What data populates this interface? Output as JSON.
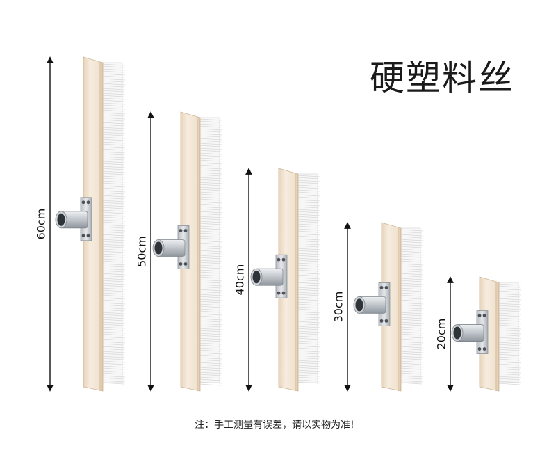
{
  "title": "硬塑料丝",
  "note": "注：手工测量有误差，请以实物为准!",
  "brushes": [
    {
      "label": "60cm"
    },
    {
      "label": "50cm"
    },
    {
      "label": "40cm"
    },
    {
      "label": "30cm"
    },
    {
      "label": "20cm"
    }
  ],
  "colors": {
    "wood_light": "#f3e7d6",
    "wood_mid": "#e8d6be",
    "wood_edge": "#d8c1a3",
    "bristle": "#fbfbfb",
    "bristle_shadow": "#dcdcdc",
    "metal": "#c9cdd2",
    "metal_dark": "#5b6167",
    "arrow": "#111111"
  }
}
